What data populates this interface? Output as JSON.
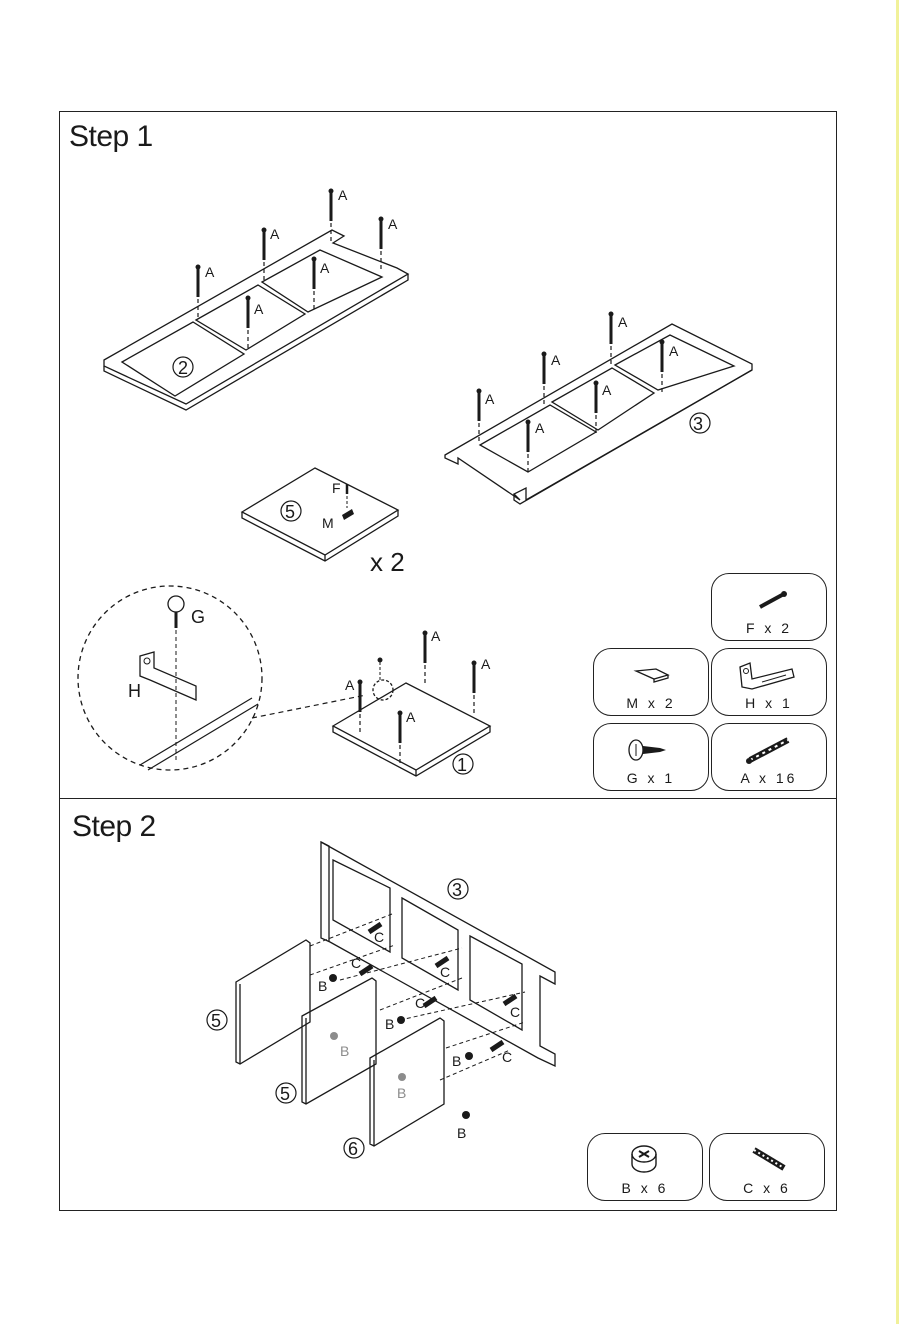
{
  "step1": {
    "title": "Step 1",
    "multiplier": "x 2",
    "part_labels": {
      "dowel": "A",
      "screw_f": "F",
      "plate_m": "M",
      "screw_g": "G",
      "bracket_h": "H",
      "part_2": "2",
      "part_3": "3",
      "part_5": "5",
      "part_1": "1"
    },
    "hardware": [
      {
        "icon": "screw-f-icon",
        "label": "F  x  2"
      },
      {
        "icon": "plate-m-icon",
        "label": "M x  2"
      },
      {
        "icon": "bracket-h-icon",
        "label": "H x 1"
      },
      {
        "icon": "screw-g-icon",
        "label": "G x 1"
      },
      {
        "icon": "dowel-a-icon",
        "label": "A  x  16"
      }
    ]
  },
  "step2": {
    "title": "Step 2",
    "part_labels": {
      "cam": "B",
      "bolt": "C",
      "part_3": "3",
      "part_5": "5",
      "part_6": "6"
    },
    "hardware": [
      {
        "icon": "cam-lock-b-icon",
        "label": "B  x  6"
      },
      {
        "icon": "cam-bolt-c-icon",
        "label": "C  x  6"
      }
    ]
  },
  "colors": {
    "line": "#1a1a1a",
    "ghost": "#8c8c8c",
    "edge_tint": "#f1f19a"
  }
}
